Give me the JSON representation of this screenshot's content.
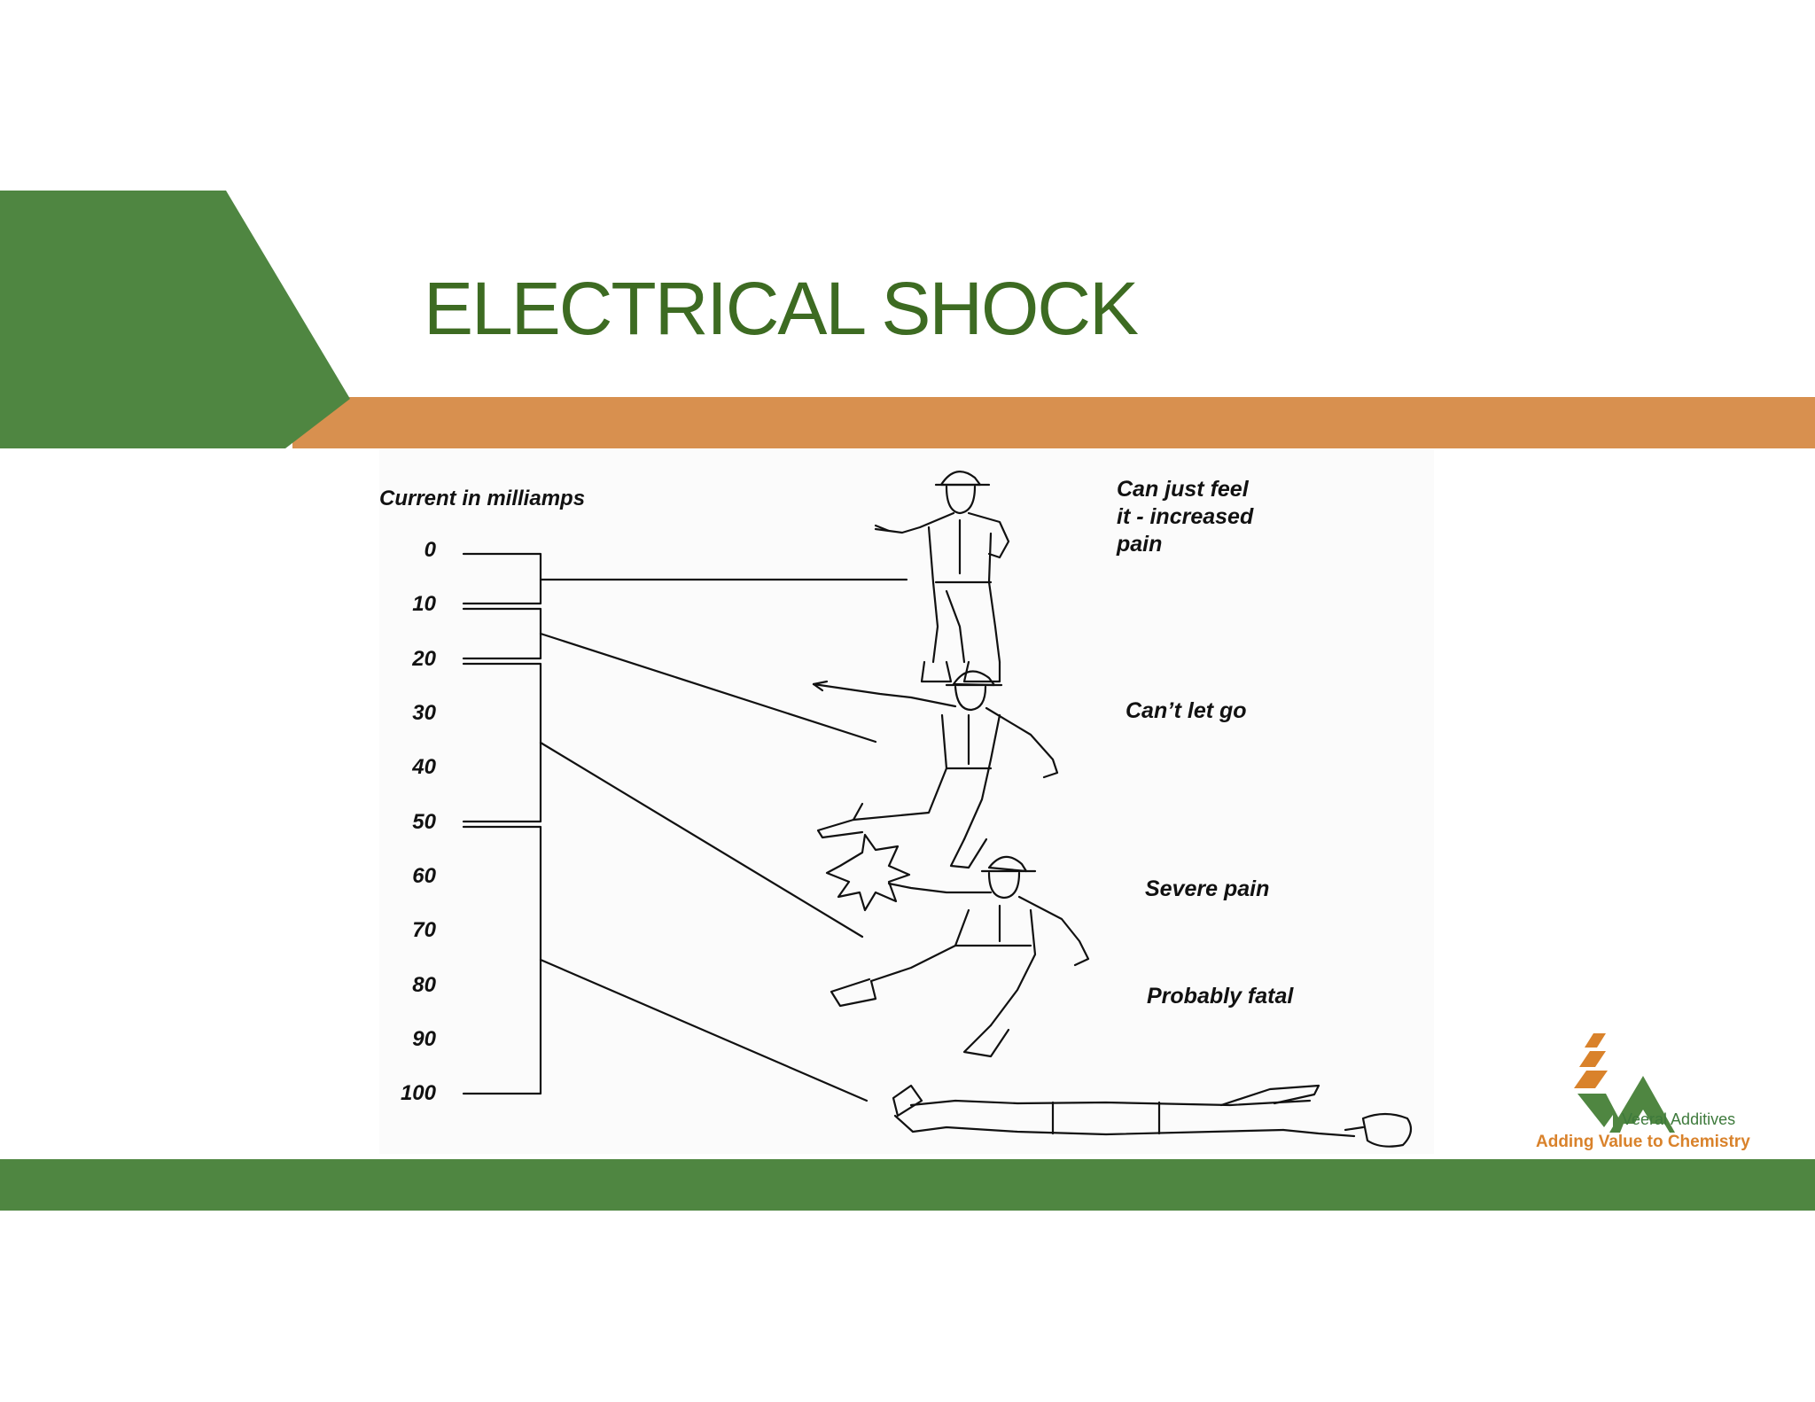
{
  "slide": {
    "title": "ELECTRICAL SHOCK",
    "colors": {
      "green": "#4f8641",
      "title_green": "#3d6b22",
      "orange": "#d8904f"
    }
  },
  "diagram": {
    "scale_title": "Current in milliamps",
    "ticks": [
      "0",
      "10",
      "20",
      "30",
      "40",
      "50",
      "60",
      "70",
      "80",
      "90",
      "100"
    ],
    "ranges": [
      {
        "from": 0,
        "to": 10,
        "effect": "Can just feel it - increased pain"
      },
      {
        "from": 10,
        "to": 20,
        "effect": "Can't let go"
      },
      {
        "from": 20,
        "to": 50,
        "effect": "Severe pain"
      },
      {
        "from": 50,
        "to": 100,
        "effect": "Probably fatal"
      }
    ],
    "effect_lines": {
      "feel": [
        "Can just feel",
        "it - increased",
        "pain"
      ],
      "letgo": "Can’t let go",
      "severe": "Severe pain",
      "fatal": "Probably fatal"
    },
    "figures": [
      "standing-worker",
      "reaching-worker",
      "shocked-worker",
      "collapsed-worker"
    ]
  },
  "logo": {
    "company": "Veeral Additives",
    "tagline": "Adding Value to Chemistry",
    "icon": "va-logo-icon"
  }
}
